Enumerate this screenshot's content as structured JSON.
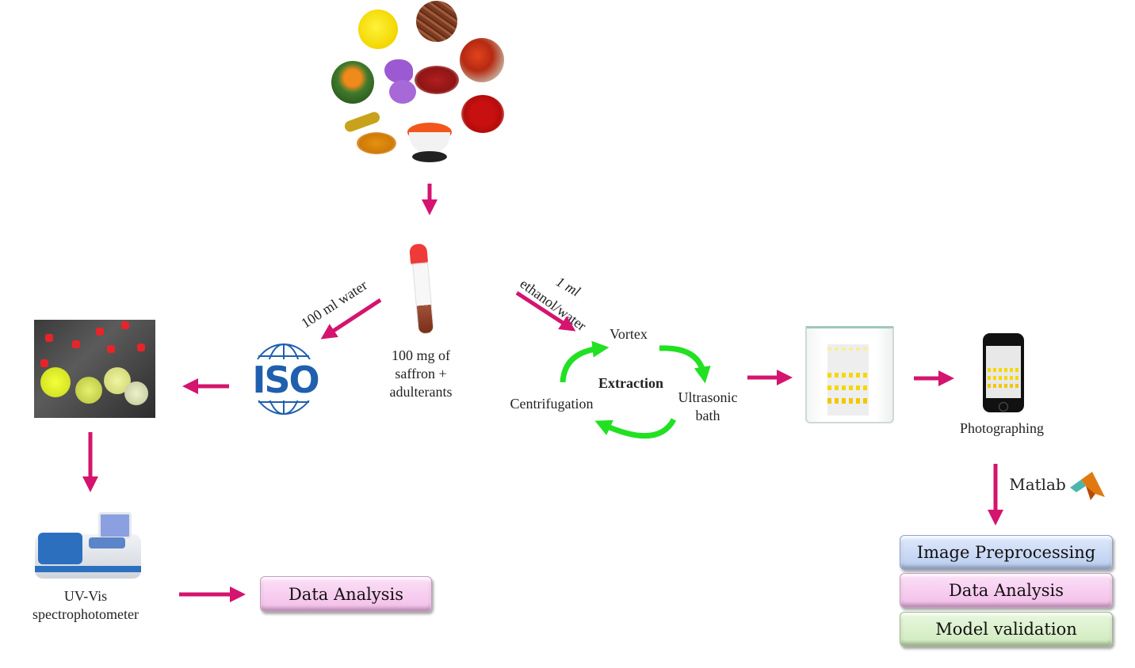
{
  "diagram": {
    "colors": {
      "arrow": "#d4146e",
      "cycle_arrow": "#22e022",
      "iso_blue": "#1f5fae",
      "box_pink": "#f3bde9",
      "box_blue": "#b9cdef",
      "box_green": "#cfeabd"
    },
    "sources_images": [
      "yellow-powder",
      "safflower-stems",
      "red-flower-closeup",
      "safflower-plant",
      "saffron-flowers-and-threads",
      "red-powder",
      "turmeric",
      "orange-powder-bowl"
    ],
    "sample": {
      "label_line1": "100 mg of",
      "label_line2": "saffron +",
      "label_line3": "adulterants"
    },
    "left_branch": {
      "solvent_label": "100 ml water",
      "standard_logo": "ISO",
      "instrument_label_line1": "UV-Vis",
      "instrument_label_line2": "spectrophotometer",
      "result_box": "Data Analysis"
    },
    "right_branch": {
      "solvent_label_line1": "1 ml",
      "solvent_label_line2": "ethanol/water",
      "cycle_center": "Extraction",
      "cycle_steps": [
        "Vortex",
        "Ultrasonic",
        "bath",
        "Centrifugation"
      ],
      "photo_label": "Photographing",
      "software_label": "Matlab",
      "result_boxes": [
        "Image Preprocessing",
        "Data Analysis",
        "Model validation"
      ]
    }
  }
}
